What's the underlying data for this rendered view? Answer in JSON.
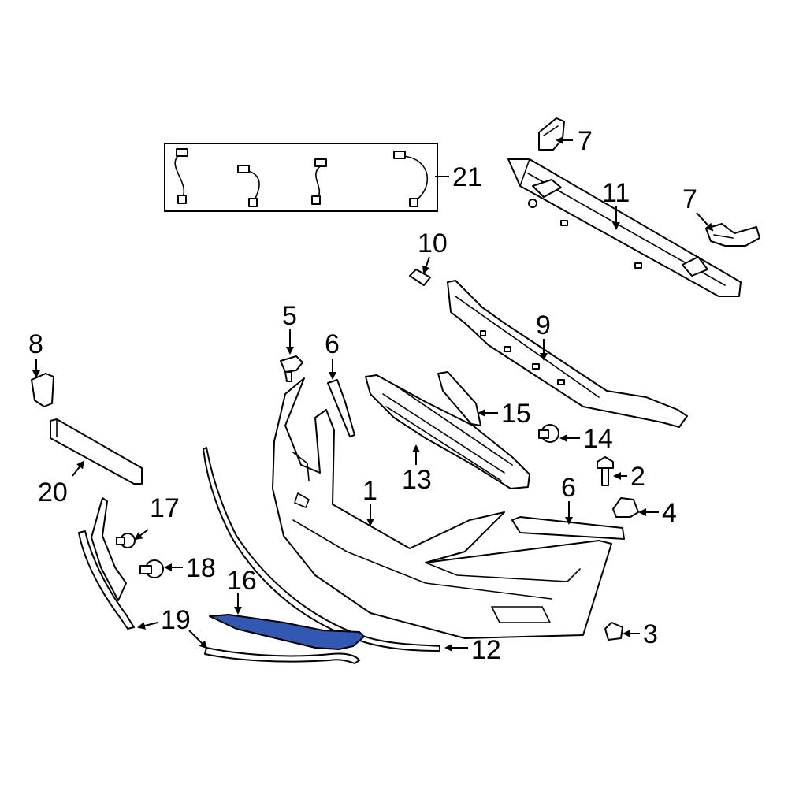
{
  "colors": {
    "line": "#000000",
    "background": "#ffffff",
    "highlight": "#3358b4"
  },
  "highlighted_part": "16",
  "callouts": {
    "c1": "1",
    "c2": "2",
    "c3": "3",
    "c4": "4",
    "c5": "5",
    "c6a": "6",
    "c6b": "6",
    "c7a": "7",
    "c7b": "7",
    "c8": "8",
    "c9": "9",
    "c10": "10",
    "c11": "11",
    "c12": "12",
    "c13": "13",
    "c14": "14",
    "c15": "15",
    "c16": "16",
    "c17": "17",
    "c18": "18",
    "c19": "19",
    "c20": "20",
    "c21": "21"
  }
}
